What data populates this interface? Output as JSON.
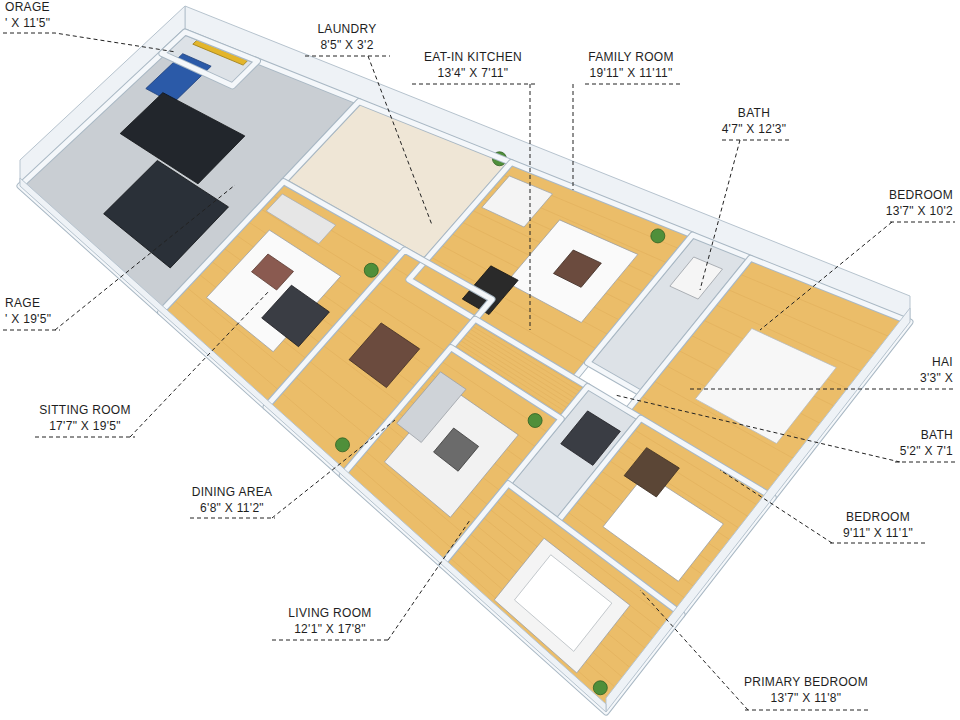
{
  "diagram": {
    "labels": [
      "ORAGE",
      "' X 11'5\"",
      "LAUNDRY",
      "8'5\" X 3'2",
      "EAT-IN KITCHEN",
      "13'4\" X 7'11\"",
      "FAMILY ROOM",
      "19'11\" X 11'11\"",
      "BATH",
      "4'7\" X 12'3\"",
      "BEDROOM",
      "13'7\" X 10'2",
      "RAGE",
      "' X 19'5\"",
      "HAI",
      "3'3\" X",
      "SITTING ROOM",
      "17'7\" X 19'5\"",
      "BATH",
      "5'2\" X 7'1",
      "BEDROOM",
      "9'11\" X 11'1\"",
      "DINING AREA",
      "6'8\" X 11'2\"",
      "LIVING ROOM",
      "12'1\" X 17'8\"",
      "PRIMARY BEDROOM",
      "13'7\" X 11'8\""
    ]
  }
}
